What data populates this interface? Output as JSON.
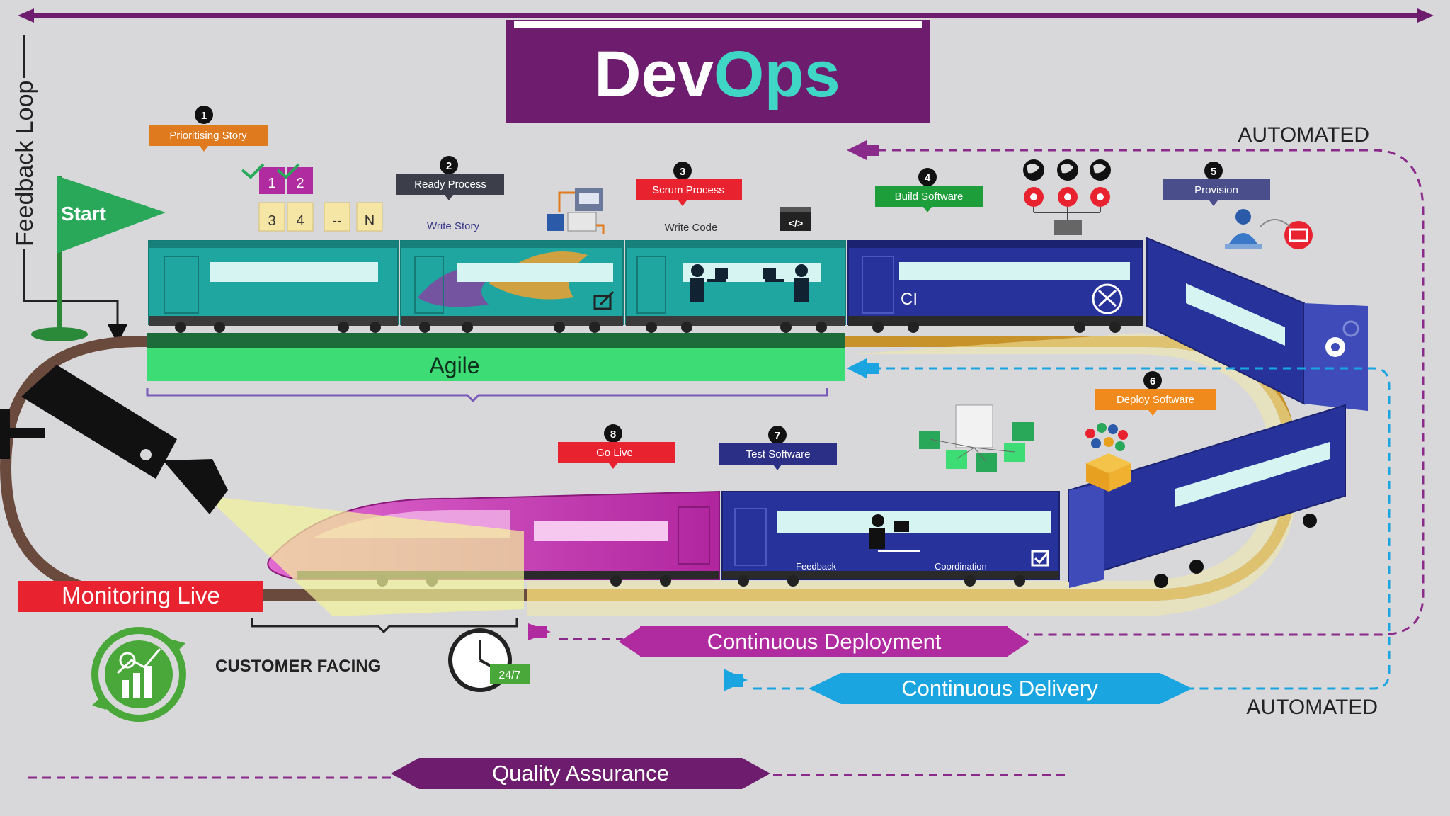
{
  "title": {
    "part1": "Dev",
    "part2": "Ops"
  },
  "feedback_loop": "Feedback Loop",
  "start": "Start",
  "automated_top": "AUTOMATED",
  "automated_bottom": "AUTOMATED",
  "steps": [
    {
      "num": "1",
      "label": "Prioritising Story",
      "color": "#e07a1f"
    },
    {
      "num": "2",
      "label": "Ready Process",
      "color": "#3c3f4a"
    },
    {
      "num": "3",
      "label": "Scrum Process",
      "color": "#e8232f"
    },
    {
      "num": "4",
      "label": "Build Software",
      "color": "#1e9e3a"
    },
    {
      "num": "5",
      "label": "Provision",
      "color": "#4a4e8a"
    },
    {
      "num": "6",
      "label": "Deploy Software",
      "color": "#f08a1c"
    },
    {
      "num": "7",
      "label": "Test Software",
      "color": "#2c2f86"
    },
    {
      "num": "8",
      "label": "Go Live",
      "color": "#e8232f"
    }
  ],
  "backlog_cards": [
    "1",
    "2",
    "3",
    "4",
    "--",
    "N"
  ],
  "write_story": "Write Story",
  "write_code": "Write Code",
  "ci_label": "CI",
  "agile": "Agile",
  "test_car": {
    "left": "Feedback",
    "right": "Coordination"
  },
  "monitoring_live": "Monitoring Live",
  "customer_facing": "CUSTOMER FACING",
  "clock_badge": "24/7",
  "continuous_deployment": "Continuous Deployment",
  "continuous_delivery": "Continuous Delivery",
  "quality_assurance": "Quality Assurance",
  "colors": {
    "purple": "#6e1d6e",
    "teal": "#1fa6a0",
    "navy": "#27329a",
    "magenta": "#c02aa8",
    "green": "#3ddc74",
    "cyan": "#1aa5e0",
    "red": "#e8232f",
    "track": "#c8922a"
  }
}
